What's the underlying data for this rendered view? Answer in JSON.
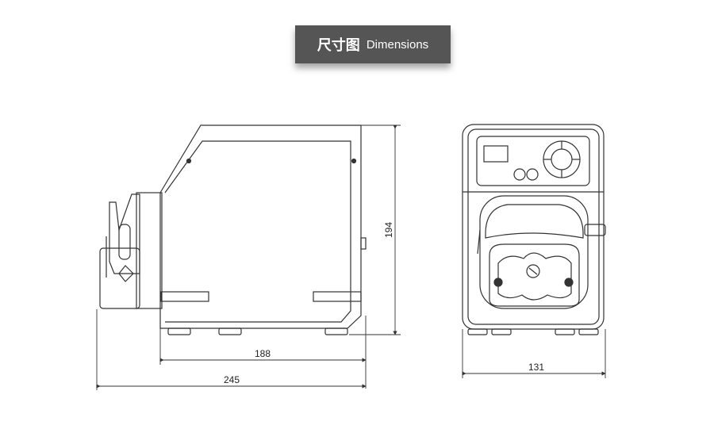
{
  "header": {
    "title_cn": "尺寸图",
    "title_en": "Dimensions"
  },
  "dimensions": {
    "height": "194",
    "body_length": "188",
    "total_length": "245",
    "width": "131"
  }
}
